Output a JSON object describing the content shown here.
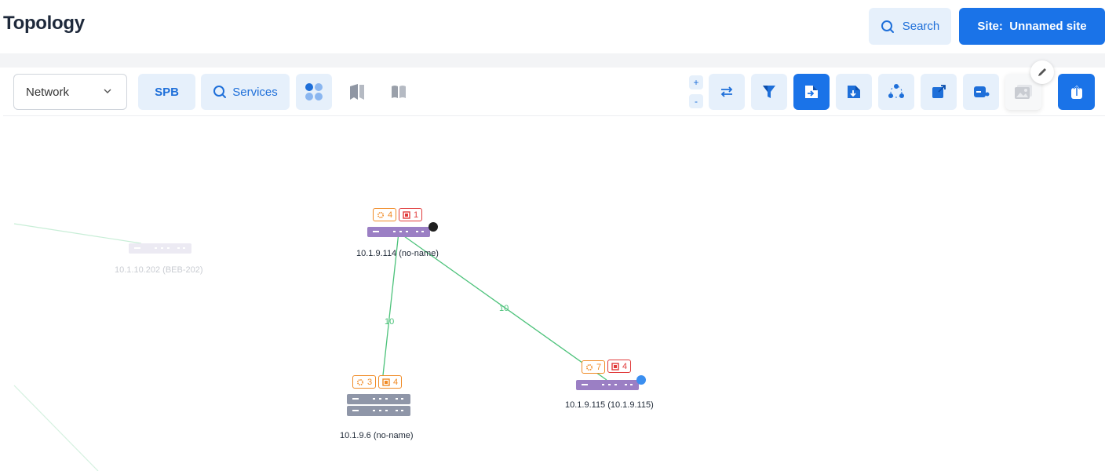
{
  "header": {
    "title": "Topology",
    "search_label": "Search",
    "site_label": "Site:  Unnamed site"
  },
  "toolbar": {
    "view_select": "Network",
    "spb_label": "SPB",
    "services_label": "Services",
    "zoom_in": "+",
    "zoom_out": "-"
  },
  "nodes": [
    {
      "label": "10.1.10.202 (BEB-202)",
      "faded": true
    },
    {
      "label": "10.1.9.114 (no-name)",
      "warnings": "4",
      "errors": "1",
      "status_color": "#1f1f1f"
    },
    {
      "label": "10.1.9.6 (no-name)",
      "warnings": "3",
      "errors": "4"
    },
    {
      "label": "10.1.9.115 (10.1.9.115)",
      "warnings": "7",
      "errors": "4",
      "status_color": "#3b8ff0"
    }
  ],
  "links": [
    {
      "from": "10.1.9.114 (no-name)",
      "to": "10.1.9.6 (no-name)",
      "label": "10"
    },
    {
      "from": "10.1.9.114 (no-name)",
      "to": "10.1.9.115 (10.1.9.115)",
      "label": "10"
    }
  ],
  "colors": {
    "accent": "#1a73e8",
    "accent_light": "#e6f0fb",
    "link": "#4cc27a",
    "switch": "#9b7fc4",
    "stack": "#8f96a8",
    "warning": "#f08a24",
    "error": "#e03a3a"
  }
}
